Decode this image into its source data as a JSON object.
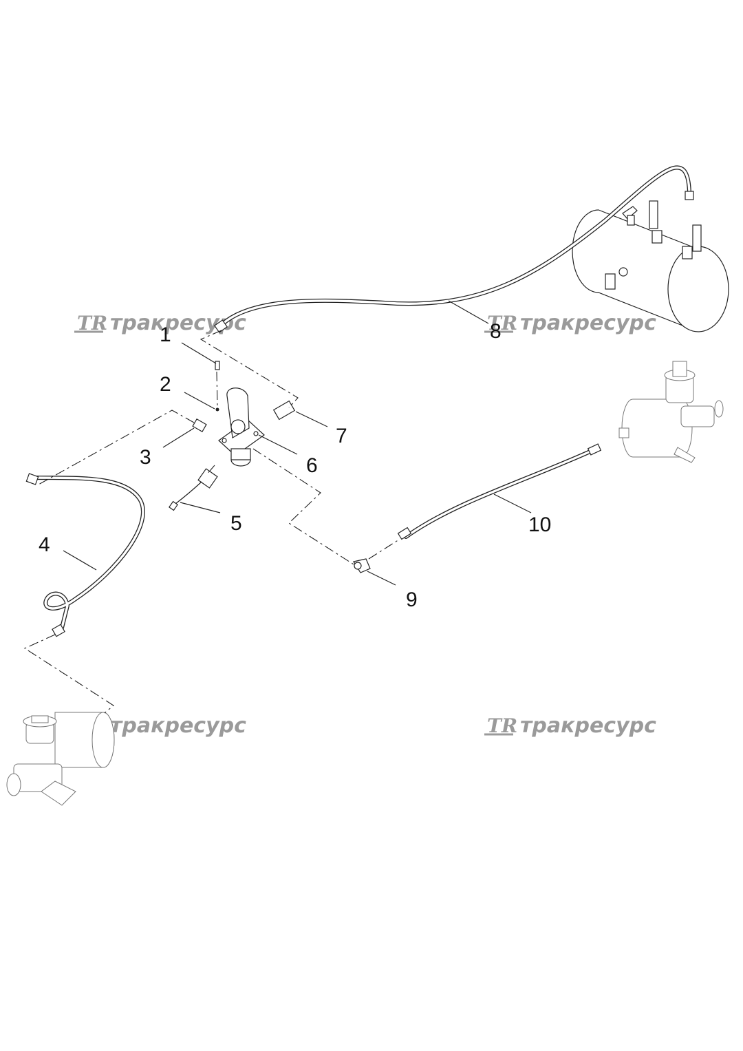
{
  "callouts": [
    {
      "id": "1",
      "label": "1"
    },
    {
      "id": "2",
      "label": "2"
    },
    {
      "id": "3",
      "label": "3"
    },
    {
      "id": "4",
      "label": "4"
    },
    {
      "id": "5",
      "label": "5"
    },
    {
      "id": "6",
      "label": "6"
    },
    {
      "id": "7",
      "label": "7"
    },
    {
      "id": "8",
      "label": "8"
    },
    {
      "id": "9",
      "label": "9"
    },
    {
      "id": "10",
      "label": "10"
    }
  ],
  "watermark": {
    "logo": "TR",
    "text": "тракресурс"
  },
  "colors": {
    "line": "#222222",
    "watermark": "#9a9a9a",
    "background": "#ffffff"
  }
}
